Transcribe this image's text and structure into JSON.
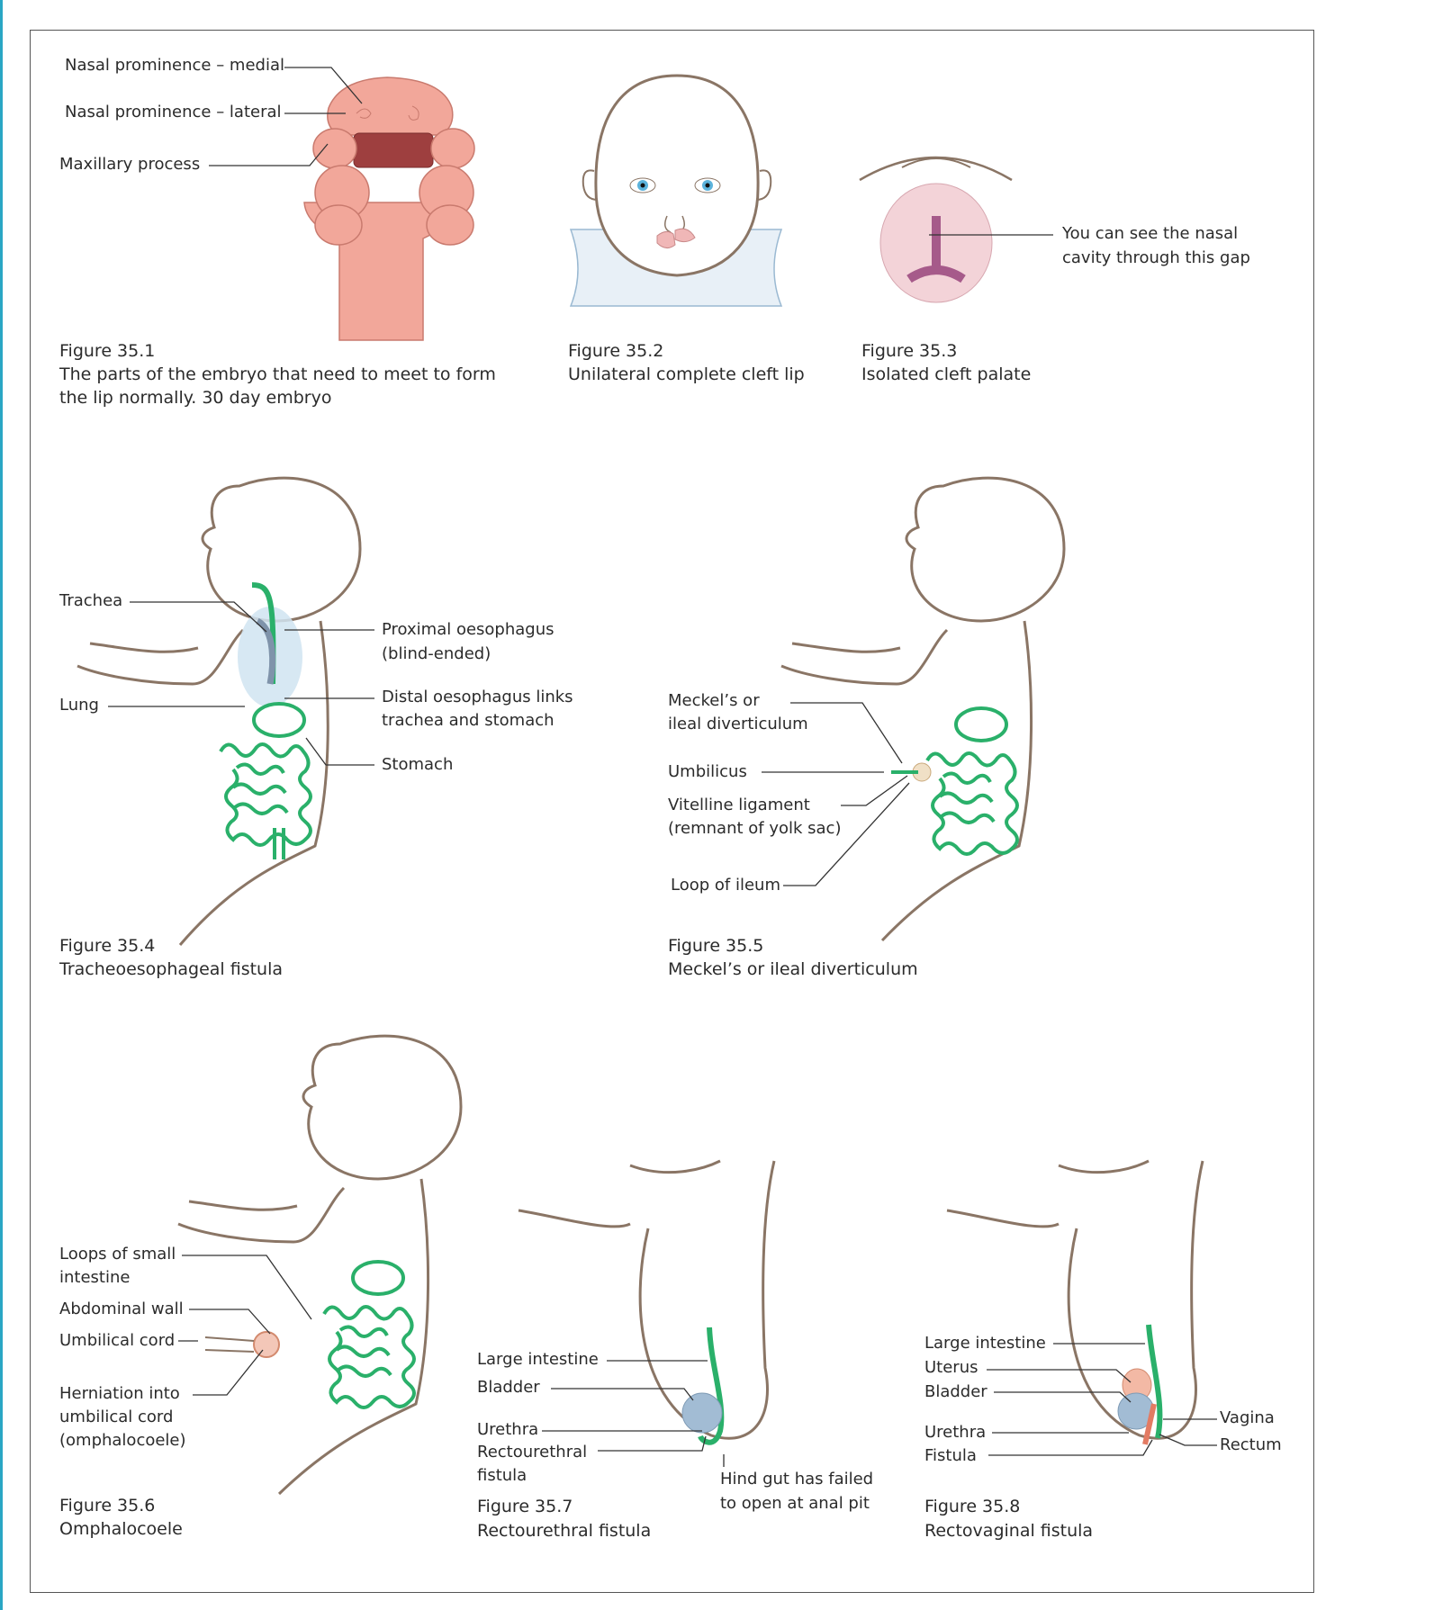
{
  "accent_color": "#2aa6c4",
  "outline_color": "#8a7565",
  "intestine_color": "#2ab06a",
  "fig35_1": {
    "labels": [
      "Nasal prominence – medial",
      "Nasal prominence – lateral",
      "Maxillary process"
    ],
    "number": "Figure 35.1",
    "caption": [
      "The parts of the embryo that need to meet to form",
      "the lip normally. 30 day embryo"
    ]
  },
  "fig35_2": {
    "number": "Figure 35.2",
    "caption": "Unilateral complete cleft lip"
  },
  "fig35_3": {
    "label": [
      "You can see the nasal",
      "cavity through this gap"
    ],
    "number": "Figure 35.3",
    "caption": "Isolated cleft palate"
  },
  "fig35_4": {
    "labels": {
      "trachea": "Trachea",
      "lung": "Lung",
      "proximal": [
        "Proximal oesophagus",
        "(blind-ended)"
      ],
      "distal": [
        "Distal oesophagus links",
        "trachea and stomach"
      ],
      "stomach": "Stomach"
    },
    "number": "Figure 35.4",
    "caption": "Tracheoesophageal fistula"
  },
  "fig35_5": {
    "labels": {
      "meckel": [
        "Meckel’s or",
        "ileal diverticulum"
      ],
      "umbilicus": "Umbilicus",
      "vitelline": [
        "Vitelline ligament",
        "(remnant of yolk sac)"
      ],
      "loop": "Loop of ileum"
    },
    "number": "Figure 35.5",
    "caption": "Meckel’s or ileal diverticulum"
  },
  "fig35_6": {
    "labels": {
      "loops": [
        "Loops of small",
        "intestine"
      ],
      "wall": "Abdominal wall",
      "cord": "Umbilical cord",
      "herniation": [
        "Herniation into",
        "umbilical cord",
        "(omphalocoele)"
      ]
    },
    "number": "Figure 35.6",
    "caption": "Omphalocoele"
  },
  "fig35_7": {
    "labels": {
      "large": "Large intestine",
      "bladder": "Bladder",
      "urethra": "Urethra",
      "fistula": [
        "Rectourethral",
        "fistula"
      ],
      "hindgut": [
        "Hind gut has failed",
        "to open at anal pit"
      ]
    },
    "number": "Figure 35.7",
    "caption": "Rectourethral fistula"
  },
  "fig35_8": {
    "labels": {
      "large": "Large intestine",
      "uterus": "Uterus",
      "bladder": "Bladder",
      "urethra": "Urethra",
      "fistula": "Fistula",
      "vagina": "Vagina",
      "rectum": "Rectum"
    },
    "number": "Figure 35.8",
    "caption": "Rectovaginal fistula"
  }
}
